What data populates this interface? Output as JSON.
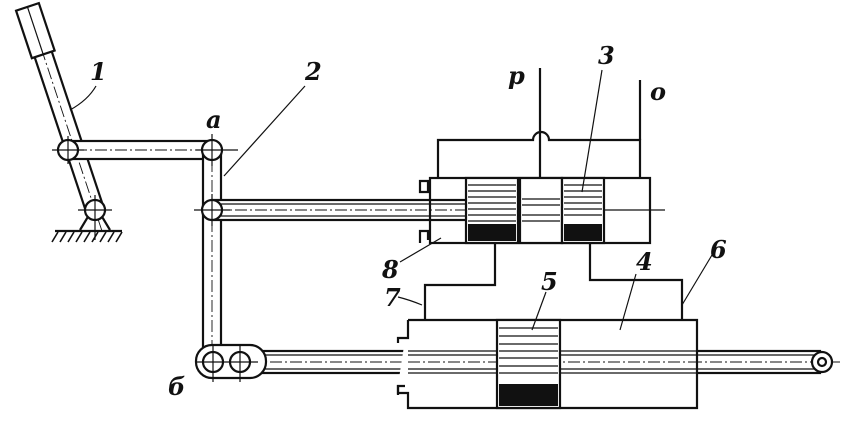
{
  "diagram": {
    "labels": {
      "lever": "1",
      "link": "2",
      "joint_a": "a",
      "pressure_line": "p",
      "spool": "3",
      "drain_line": "o",
      "cylinder_body": "4",
      "piston": "5",
      "cylinder_housing": "6",
      "channel": "7",
      "valve_sleeve": "8",
      "joint_b": "б"
    },
    "colors": {
      "ink": "#111111",
      "paper": "#ffffff"
    }
  }
}
